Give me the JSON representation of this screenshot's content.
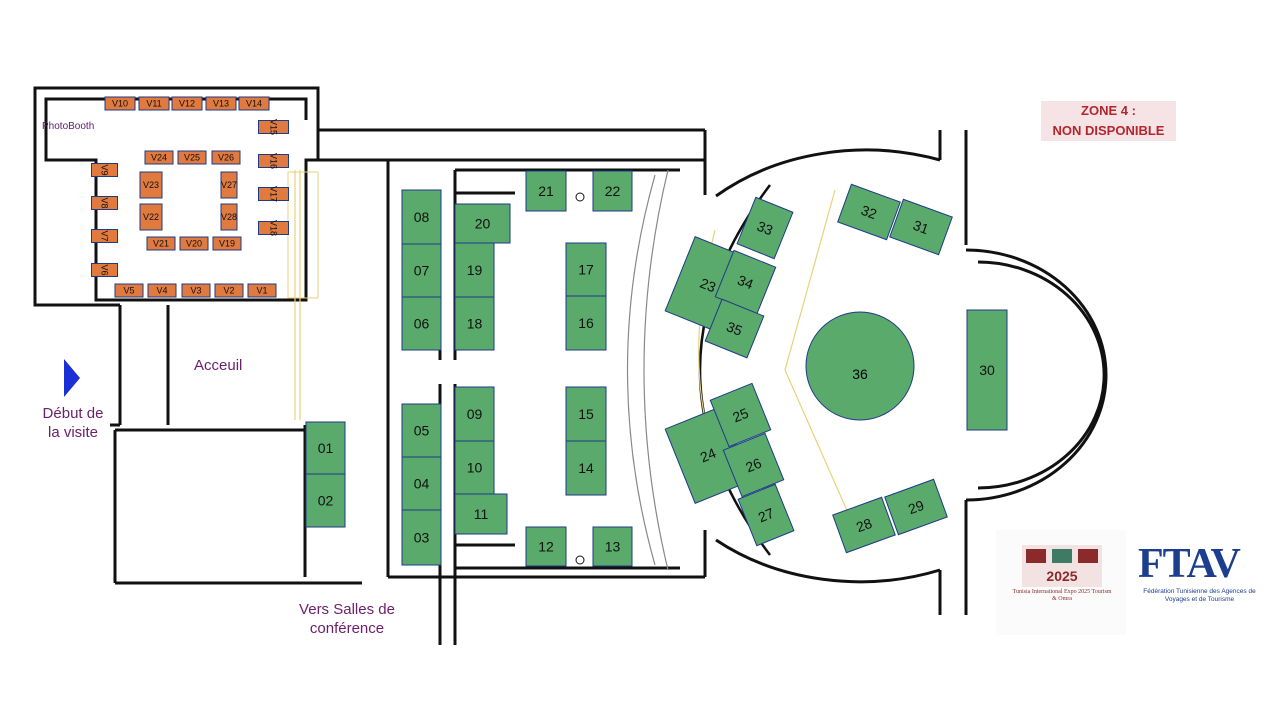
{
  "labels": {
    "photobooth": "PhotoBooth",
    "accueil": "Acceuil",
    "debut_line1": "Début de",
    "debut_line2": "la visite",
    "salles_line1": "Vers Salles de",
    "salles_line2": "conférence",
    "zone4_line1": "ZONE 4 :",
    "zone4_line2": "NON DISPONIBLE"
  },
  "logos": {
    "tie_text": "Tunisia International Expo 2025 Tourism & Omra",
    "ftav_wordmark": "FTAV",
    "ftav_subtitle": "Fédération Tunisienne des Agences de Voyages et de Tourisme"
  },
  "colors": {
    "green_booth": "#5aaa6c",
    "orange_booth": "#e07a3e",
    "wall": "#111111",
    "zone4_text": "#b3262b",
    "label_purple": "#6b1e6b",
    "arrow_blue": "#1b2fd6"
  },
  "booths": {
    "v": [
      "V1",
      "V2",
      "V3",
      "V4",
      "V5",
      "V6",
      "V7",
      "V8",
      "V9",
      "V10",
      "V11",
      "V12",
      "V13",
      "V14",
      "V15",
      "V16",
      "V17",
      "V18",
      "V19",
      "V20",
      "V21",
      "V22",
      "V23",
      "V24",
      "V25",
      "V26",
      "V27",
      "V28"
    ],
    "green": [
      "01",
      "02",
      "03",
      "04",
      "05",
      "06",
      "07",
      "08",
      "09",
      "10",
      "11",
      "12",
      "13",
      "14",
      "15",
      "16",
      "17",
      "18",
      "19",
      "20",
      "21",
      "22",
      "23",
      "24",
      "25",
      "26",
      "27",
      "28",
      "29",
      "30",
      "31",
      "32",
      "33",
      "34",
      "35",
      "36"
    ]
  }
}
